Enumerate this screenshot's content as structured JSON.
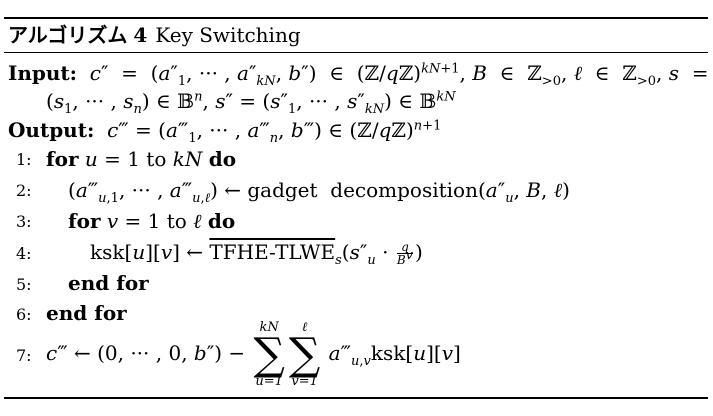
{
  "algorithm": {
    "label": "アルゴリズム",
    "number": "4",
    "name": "Key Switching"
  },
  "input": {
    "label": "Input:",
    "line1": "c″ = (a″1, ··· , a″kN, b″) ∈ (ℤ/qℤ)kN+1, B ∈ ℤ>0, ℓ ∈ ℤ>0, s =",
    "line2": "(s1, ··· , sn) ∈ 𝔹n, s″ = (s″1, ··· , s″kN) ∈ 𝔹kN"
  },
  "output": {
    "label": "Output:",
    "text": "c‴ = (a‴1, ··· , a‴n, b‴) ∈ (ℤ/qℤ)n+1"
  },
  "steps": [
    {
      "num": "1:",
      "text": "for u = 1 to kN do"
    },
    {
      "num": "2:",
      "text": "(a‴u,1, ··· , a‴u,ℓ) ← gadget  decomposition(a″u, B, ℓ)"
    },
    {
      "num": "3:",
      "text": "for v = 1 to ℓ do"
    },
    {
      "num": "4:",
      "text": "ksk[u][v] ← TFHE-TLWEs(s″u · q/Bv)"
    },
    {
      "num": "5:",
      "text": "end for"
    },
    {
      "num": "6:",
      "text": "end for"
    },
    {
      "num": "7:",
      "text": "c‴ ← (0, ··· , 0, b″) − Σ Σ a‴u,v ksk[u][v]"
    }
  ]
}
